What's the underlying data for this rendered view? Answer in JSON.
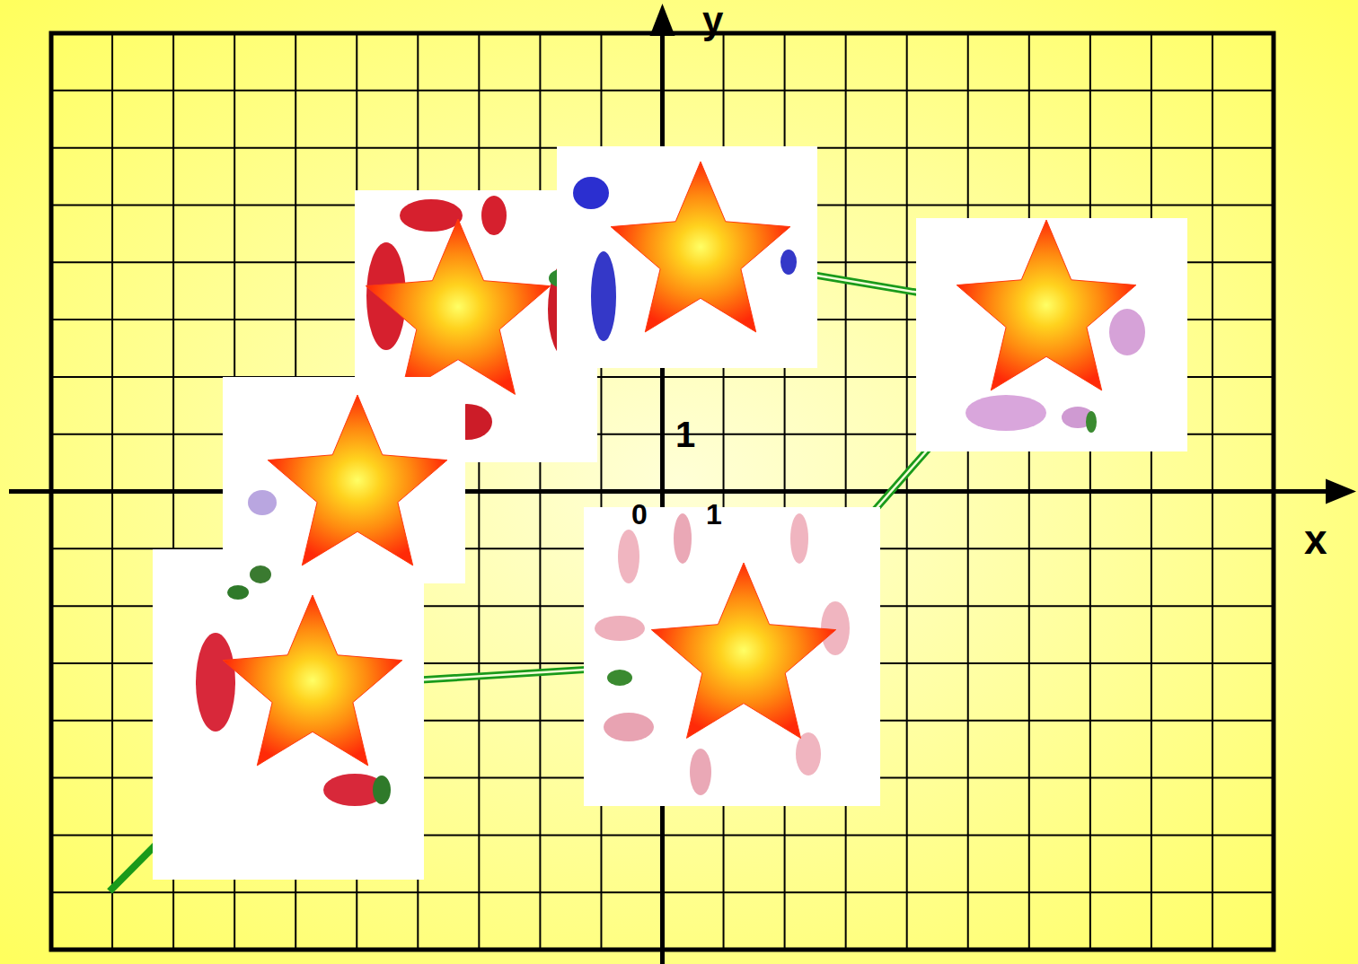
{
  "diagram": {
    "labels": [
      "y",
      "x",
      "1",
      "0",
      "1"
    ]
  }
}
